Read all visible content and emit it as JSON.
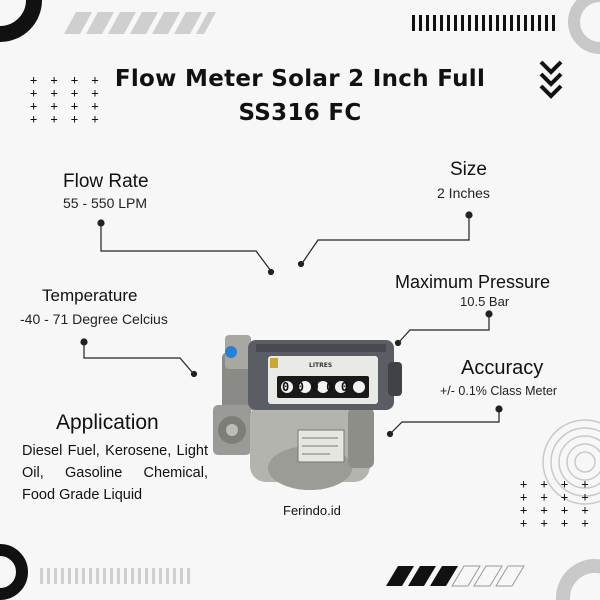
{
  "title": "Flow Meter Solar 2 Inch Full SS316 FC",
  "specs": {
    "flow_rate": {
      "label": "Flow Rate",
      "value": "55 - 550 LPM"
    },
    "size": {
      "label": "Size",
      "value": "2 Inches"
    },
    "temperature": {
      "label": "Temperature",
      "value": "-40 - 71 Degree Celcius"
    },
    "max_pressure": {
      "label": "Maximum Pressure",
      "value": "10.5 Bar"
    },
    "accuracy": {
      "label": "Accuracy",
      "value": "+/- 0.1% Class Meter"
    }
  },
  "application": {
    "title": "Application",
    "description": "Diesel Fuel, Kerosene, Light Oil, Gasoline Chemical, Food Grade Liquid"
  },
  "meter_display": {
    "unit": "LITRES",
    "digits": "00000"
  },
  "brand": "Ferindo.id",
  "colors": {
    "text": "#111111",
    "background": "#f7f7f7",
    "meter_body": "#5a5d63",
    "accent_blue": "#2a7fd4"
  },
  "icons": [
    "chevron-down-icon",
    "plus-grid-icon",
    "concentric-circles-icon",
    "stripes-icon"
  ]
}
